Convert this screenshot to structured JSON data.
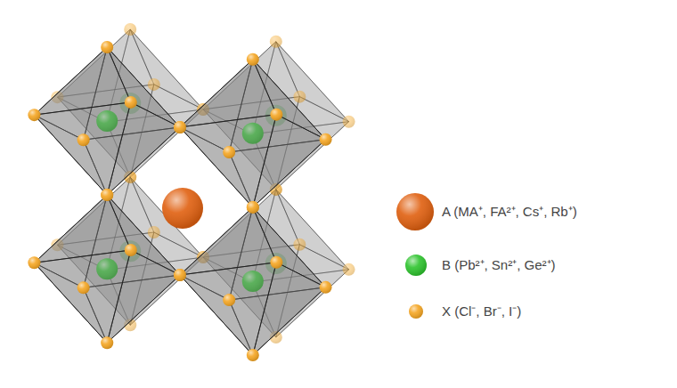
{
  "diagram": {
    "legend": [
      {
        "text": "A (MA⁺, FA²⁺, Cs⁺, Rb⁺)",
        "color": "#e06010"
      },
      {
        "text": "B (Pb²⁺, Sn²⁺, Ge²⁺)",
        "color": "#2ec42e"
      },
      {
        "text": "X (Cl⁻, Br⁻, I⁻)",
        "color": "#f5a623"
      }
    ]
  }
}
